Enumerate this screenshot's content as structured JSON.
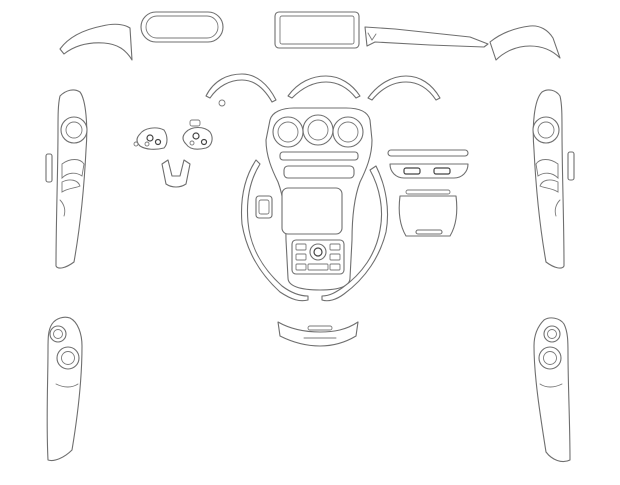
{
  "diagram": {
    "style": "line-art",
    "stroke_color": "#6f6f6f",
    "background_color": "#ffffff",
    "parts": [
      {
        "name": "left-upper-arc-trim"
      },
      {
        "name": "top-center-rounded-panel"
      },
      {
        "name": "top-instrument-display-frame"
      },
      {
        "name": "top-long-strip-trim"
      },
      {
        "name": "right-upper-arc-trim"
      },
      {
        "name": "left-front-door-panel"
      },
      {
        "name": "right-front-door-panel"
      },
      {
        "name": "left-rear-door-panel"
      },
      {
        "name": "right-rear-door-panel"
      },
      {
        "name": "dash-arc-trims"
      },
      {
        "name": "steering-wheel-button-pads"
      },
      {
        "name": "steering-wheel-lower-trim"
      },
      {
        "name": "center-console"
      },
      {
        "name": "console-side-curved-strips"
      },
      {
        "name": "center-vent-strip"
      },
      {
        "name": "lower-center-vent-panel"
      },
      {
        "name": "lower-bottom-curved-trim"
      }
    ]
  }
}
